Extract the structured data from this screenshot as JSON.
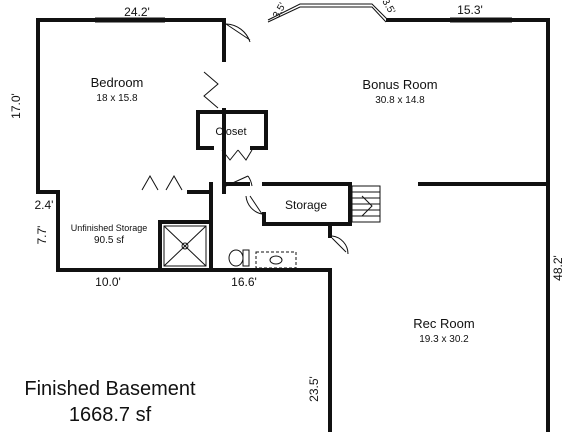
{
  "rooms": {
    "bedroom": {
      "name": "Bedroom",
      "size": "18 x 15.8"
    },
    "bonus": {
      "name": "Bonus Room",
      "size": "30.8 x 14.8"
    },
    "closet": {
      "name": "Closet"
    },
    "storage": {
      "name": "Storage"
    },
    "unfinished": {
      "name": "Unfinished Storage",
      "size": "90.5 sf"
    },
    "rec": {
      "name": "Rec Room",
      "size": "19.3 x 30.2"
    }
  },
  "dimensions": {
    "top_left": "24.2'",
    "top_mid1": "3.5'",
    "top_mid2": "3.5'",
    "top_right": "15.3'",
    "left_bedroom": "17.0'",
    "left_small": "2.4'",
    "left_storage": "7.7'",
    "bottom_storage": "10.0'",
    "bottom_mid": "16.6'",
    "rec_left": "23.5'",
    "right": "48.2'"
  },
  "title": {
    "line1": "Finished Basement",
    "line2": "1668.7 sf"
  }
}
